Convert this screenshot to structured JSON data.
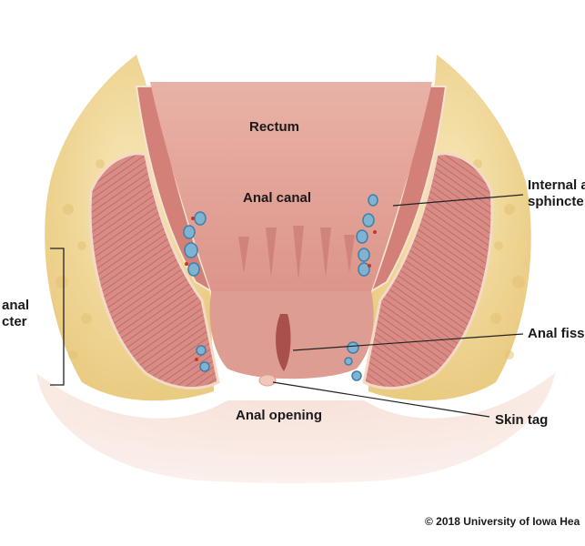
{
  "labels": {
    "rectum": "Rectum",
    "anal_canal": "Anal canal",
    "internal_sphincter_line1": "Internal a",
    "internal_sphincter_line2": "sphincte",
    "external_sphincter_line1": "anal",
    "external_sphincter_line2": "cter",
    "anal_fissure": "Anal fissu",
    "skin_tag": "Skin tag",
    "anal_opening": "Anal opening"
  },
  "copyright": "© 2018 University of Iowa Hea",
  "colors": {
    "muscle": "#d98c86",
    "muscle_dark": "#b85f5c",
    "mucosa": "#e8a89e",
    "lumen": "#d98f88",
    "fat": "#f2dea0",
    "fat_dark": "#e2c57a",
    "skin": "#f4d6cc",
    "vein": "#6fa7c7",
    "leader": "#222222"
  }
}
